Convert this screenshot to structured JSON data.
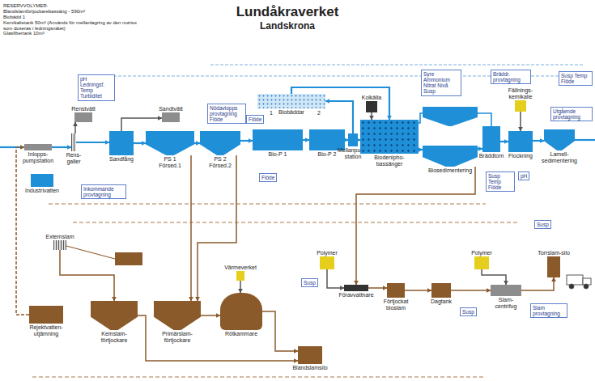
{
  "diagram": {
    "title": "Lundåkraverket",
    "nodes": [
      {
        "text": [
          "Inlopps-pumpstation"
        ]
      },
      {
        "text": [
          "Rens-galler"
        ]
      },
      {
        "text": [
          "Renstvätt"
        ]
      },
      {
        "text": [
          "Sandfång"
        ]
      },
      {
        "text": [
          "Sandtvätt"
        ]
      },
      {
        "text": [
          "PS 1 Försed.1"
        ]
      },
      {
        "text": [
          "PS 2 Försed.2"
        ]
      },
      {
        "text": [
          "Bio-P 1"
        ]
      },
      {
        "text": [
          "Bio-P 2"
        ]
      },
      {
        "text": [
          "Mellanpump station"
        ]
      },
      {
        "text": [
          "Biobäddar"
        ]
      },
      {
        "text": [
          "Biodenipho-bassänger"
        ]
      },
      {
        "text": [
          "Kolkälla"
        ]
      },
      {
        "text": [
          "Biosedimentering"
        ]
      },
      {
        "text": [
          "Bräddtorn"
        ]
      },
      {
        "text": [
          "Fällnings-kemikalie"
        ]
      },
      {
        "text": [
          "Flockning"
        ]
      },
      {
        "text": [
          "Lamell-sedimentering"
        ]
      },
      {
        "text": [
          "Industrivatten"
        ]
      },
      {
        "text": [
          "Externslam"
        ]
      },
      {
        "text": [
          "Rejektvatten-utjämning"
        ]
      },
      {
        "text": [
          "Kemslam-förtjockare"
        ]
      },
      {
        "text": [
          "Primärslam-förtjockare"
        ]
      },
      {
        "text": [
          "Värmeverket"
        ]
      },
      {
        "text": [
          "Rötkammare"
        ]
      },
      {
        "text": [
          "Blandslamsilo"
        ]
      },
      {
        "text": [
          "Polymer"
        ]
      },
      {
        "text": [
          "Föravvattnare"
        ]
      },
      {
        "text": [
          "Förtjockat bioslam"
        ]
      },
      {
        "text": [
          "Dagtank"
        ]
      },
      {
        "text": [
          "Polymer"
        ]
      },
      {
        "text": [
          "Slam-centrifug"
        ]
      },
      {
        "text": [
          "Torrslam-silo"
        ]
      },
      {
        "text": [
          "pH Ledningsf. Temp Turbiditet"
        ]
      },
      {
        "text": [
          "Inkommande provtagning"
        ]
      },
      {
        "text": [
          "Nödavlopps provtagning Flöde"
        ]
      },
      {
        "text": [
          "Flöde"
        ]
      },
      {
        "text": [
          "Syre Ammonium Nitrat Nivå Susp"
        ]
      },
      {
        "text": [
          "Bräddr. provtagning"
        ]
      },
      {
        "text": [
          "Susp Temp Flöde"
        ]
      },
      {
        "text": [
          "Utgående provtagning"
        ]
      },
      {
        "text": [
          "Susp Temp Flöde"
        ]
      },
      {
        "text": [
          "pH"
        ]
      },
      {
        "text": [
          "Flöde"
        ]
      },
      {
        "text": [
          "Susp"
        ]
      },
      {
        "text": [
          "Susp"
        ]
      },
      {
        "text": [
          "Slam provtagning"
        ]
      },
      {
        "text": [
          "Susp"
        ]
      }
    ],
    "edges": [
      {
        "from": 0,
        "to": 1,
        "arrow": "to"
      },
      {
        "from": 1,
        "to": 3,
        "arrow": "to"
      },
      {
        "from": 3,
        "to": 5,
        "arrow": "to"
      },
      {
        "from": 5,
        "to": 6,
        "arrow": "to"
      },
      {
        "from": 6,
        "to": 7,
        "arrow": "to"
      },
      {
        "from": 7,
        "to": 8,
        "arrow": "to"
      },
      {
        "from": 8,
        "to": 9,
        "arrow": "to"
      },
      {
        "from": 9,
        "to": 11,
        "arrow": "to"
      },
      {
        "from": 11,
        "to": 13,
        "arrow": "to"
      },
      {
        "from": 13,
        "to": 14,
        "arrow": "to"
      },
      {
        "from": 14,
        "to": 16,
        "arrow": "to"
      },
      {
        "from": 16,
        "to": 17,
        "arrow": "to"
      },
      {
        "from": 1,
        "to": 2,
        "arrow": "to"
      },
      {
        "from": 3,
        "to": 4,
        "arrow": "to"
      },
      {
        "from": 9,
        "to": 10,
        "arrow": "to"
      },
      {
        "from": 10,
        "to": 11,
        "arrow": "to"
      },
      {
        "from": 12,
        "to": 11,
        "arrow": "to"
      },
      {
        "from": 15,
        "to": 16,
        "arrow": "to"
      },
      {
        "from": 5,
        "to": 22,
        "arrow": "to"
      },
      {
        "from": 6,
        "to": 22,
        "arrow": "to"
      },
      {
        "from": 22,
        "to": 24,
        "arrow": "to"
      },
      {
        "from": 21,
        "to": 25,
        "arrow": "to"
      },
      {
        "from": 24,
        "to": 25,
        "arrow": "to"
      },
      {
        "from": 23,
        "to": 24,
        "arrow": "to"
      },
      {
        "from": 19,
        "to": 21,
        "arrow": "to"
      },
      {
        "from": 13,
        "to": 27,
        "arrow": "to"
      },
      {
        "from": 26,
        "to": 27,
        "arrow": "to"
      },
      {
        "from": 27,
        "to": 28,
        "arrow": "to"
      },
      {
        "from": 28,
        "to": 29,
        "arrow": "to"
      },
      {
        "from": 29,
        "to": 31,
        "arrow": "to"
      },
      {
        "from": 30,
        "to": 31,
        "arrow": "to"
      },
      {
        "from": 31,
        "to": 32,
        "arrow": "to"
      },
      {
        "from": 20,
        "to": 0,
        "arrow": "to"
      }
    ],
    "labels": [
      "RESERVVOLYMER:",
      "Blandslamförtjockarebassäng - 590m³",
      "Biobädd 1",
      "Kemikalietank 50m³ (Används för mellanlagring av den nutriox som doseras i ledningsnätet)",
      "Glasfibertank 10m³",
      "1",
      "2",
      "Landskrona"
    ]
  }
}
